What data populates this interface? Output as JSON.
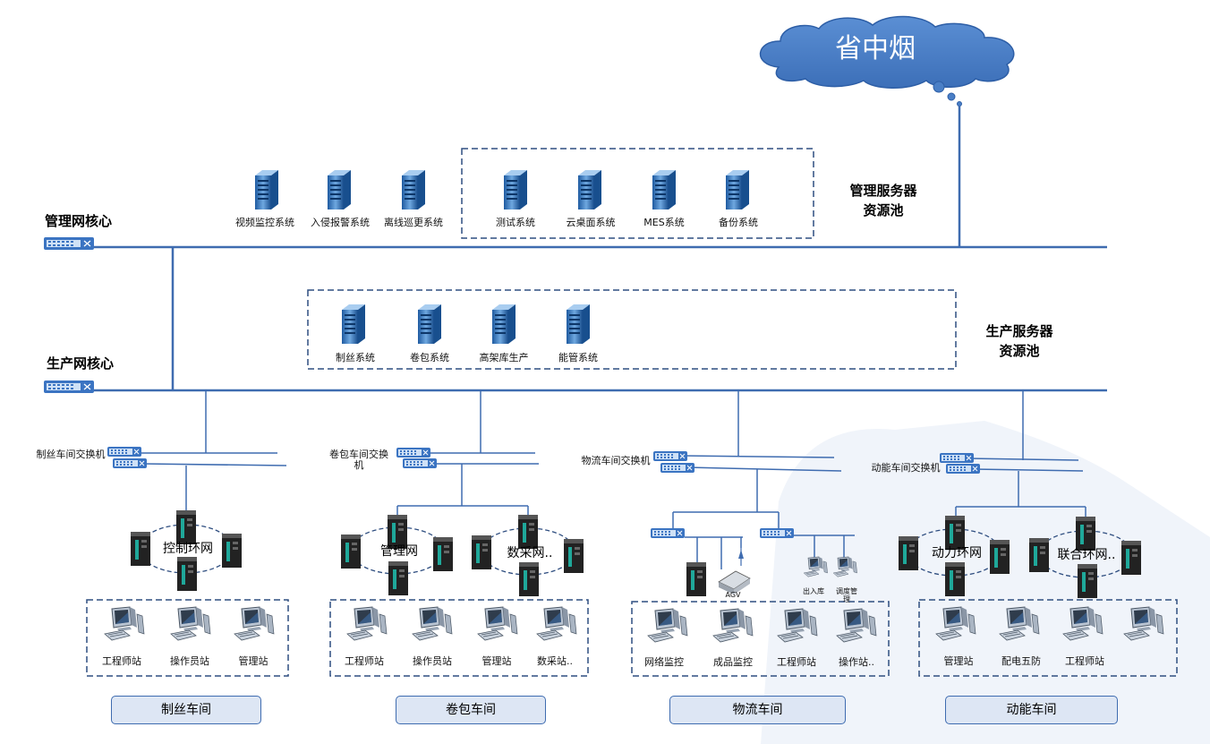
{
  "cloud_label": "省中烟",
  "mgmt": {
    "core_label": "管理网核心",
    "pool_label": [
      "管理服务器",
      "资源池"
    ],
    "servers_outside": [
      "视频监控系统",
      "入侵报警系统",
      "离线巡更系统"
    ],
    "servers_inside": [
      "测试系统",
      "云桌面系统",
      "MES系统",
      "备份系统"
    ]
  },
  "prod": {
    "core_label": "生产网核心",
    "pool_label": [
      "生产服务器",
      "资源池"
    ],
    "servers": [
      "制丝系统",
      "卷包系统",
      "高架库生产",
      "能管系统"
    ]
  },
  "workshops": {
    "zhisi": {
      "switch_label": "制丝车间交换机",
      "ring": "控制环网",
      "stations": [
        "工程师站",
        "操作员站",
        "管理站"
      ],
      "name": "制丝车间"
    },
    "juanbao": {
      "switch_label": "卷包车间交换机",
      "rings": [
        "管理网",
        "数采网.."
      ],
      "stations": [
        "工程师站",
        "操作员站",
        "管理站",
        "数采站.."
      ],
      "name": "卷包车间"
    },
    "wuliu": {
      "switch_label": "物流车间交换机",
      "devices": [
        "AGV",
        "出入库",
        "调度管理"
      ],
      "stations": [
        "网络监控",
        "成品监控",
        "工程师站",
        "操作站.."
      ],
      "name": "物流车间"
    },
    "dongneng": {
      "switch_label": "动能车间交换机",
      "rings": [
        "动力环网",
        "联合环网.."
      ],
      "stations": [
        "管理站",
        "配电五防",
        "工程师站"
      ],
      "name": "动能车间"
    }
  }
}
